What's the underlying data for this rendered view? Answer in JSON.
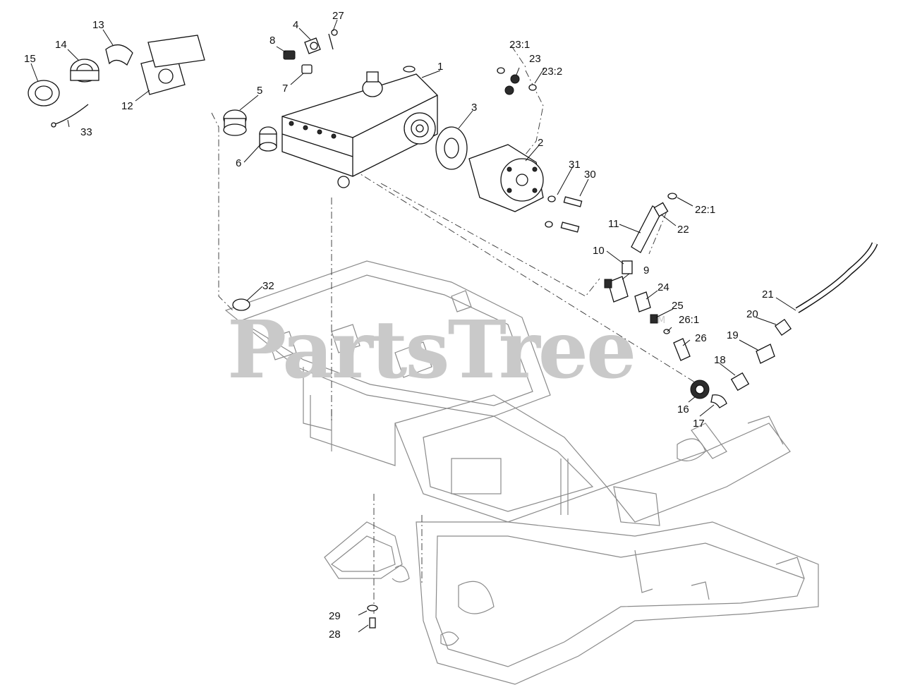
{
  "watermark": {
    "text": "PartsTree",
    "tm": "TM"
  },
  "callouts": [
    {
      "id": "1",
      "label": "1"
    },
    {
      "id": "2",
      "label": "2"
    },
    {
      "id": "3",
      "label": "3"
    },
    {
      "id": "4",
      "label": "4"
    },
    {
      "id": "5",
      "label": "5"
    },
    {
      "id": "6",
      "label": "6"
    },
    {
      "id": "7",
      "label": "7"
    },
    {
      "id": "8",
      "label": "8"
    },
    {
      "id": "9",
      "label": "9"
    },
    {
      "id": "10",
      "label": "10"
    },
    {
      "id": "11",
      "label": "11"
    },
    {
      "id": "12",
      "label": "12"
    },
    {
      "id": "13",
      "label": "13"
    },
    {
      "id": "14",
      "label": "14"
    },
    {
      "id": "15",
      "label": "15"
    },
    {
      "id": "16",
      "label": "16"
    },
    {
      "id": "17",
      "label": "17"
    },
    {
      "id": "18",
      "label": "18"
    },
    {
      "id": "19",
      "label": "19"
    },
    {
      "id": "20",
      "label": "20"
    },
    {
      "id": "21",
      "label": "21"
    },
    {
      "id": "22",
      "label": "22"
    },
    {
      "id": "22_1",
      "label": "22:1"
    },
    {
      "id": "23",
      "label": "23"
    },
    {
      "id": "23_1",
      "label": "23:1"
    },
    {
      "id": "23_2",
      "label": "23:2"
    },
    {
      "id": "24",
      "label": "24"
    },
    {
      "id": "25",
      "label": "25"
    },
    {
      "id": "26",
      "label": "26"
    },
    {
      "id": "26_1",
      "label": "26:1"
    },
    {
      "id": "27",
      "label": "27"
    },
    {
      "id": "28",
      "label": "28"
    },
    {
      "id": "29",
      "label": "29"
    },
    {
      "id": "30",
      "label": "30"
    },
    {
      "id": "31",
      "label": "31"
    },
    {
      "id": "32",
      "label": "32"
    },
    {
      "id": "33",
      "label": "33"
    }
  ]
}
